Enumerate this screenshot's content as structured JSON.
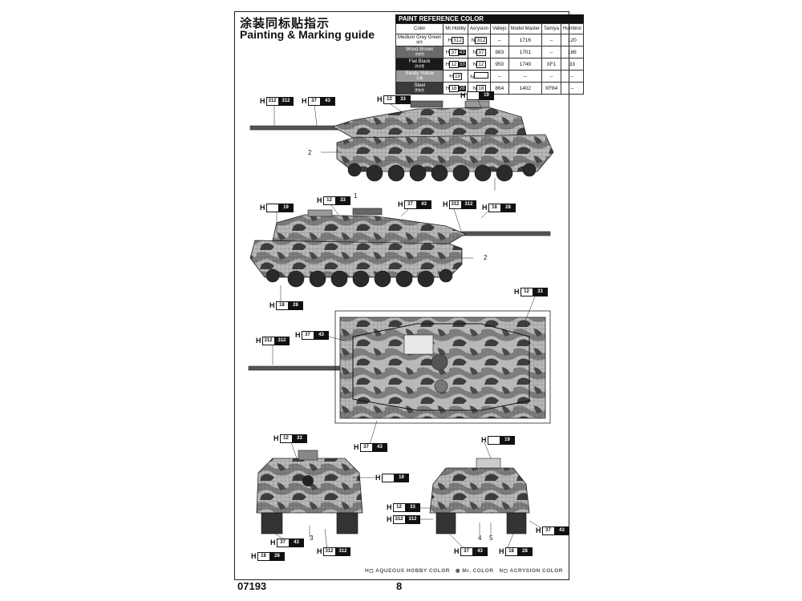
{
  "header": {
    "title_cn": "涂装同标贴指示",
    "title_en": "Painting & Marking guide"
  },
  "paint_table": {
    "caption": "PAINT REFERENCE COLOR",
    "columns": [
      "Color",
      "Mr.Hobby",
      "Acrysion",
      "Vallejo",
      "Model Master",
      "Tamiya",
      "Humbrol"
    ],
    "rows": [
      {
        "name": "Medium Grey Green",
        "name_cn": "绿色",
        "hobby": "312",
        "acrysion": "312",
        "vallejo": "–",
        "model_master": "1716",
        "tamiya": "–",
        "humbrol": "120"
      },
      {
        "name": "Wood Brown",
        "name_cn": "木棕色",
        "hobby": "37",
        "hobby2": "43",
        "acrysion": "37",
        "vallejo": "983",
        "model_master": "1701",
        "tamiya": "–",
        "humbrol": "186"
      },
      {
        "name": "Flat Black",
        "name_cn": "消光黑",
        "hobby": "12",
        "hobby2": "33",
        "acrysion": "12",
        "vallejo": "950",
        "model_master": "1749",
        "tamiya": "XF1",
        "humbrol": "33"
      },
      {
        "name": "Sandy Yellow",
        "name_cn": "沙黄",
        "hobby": "19",
        "acrysion": "",
        "vallejo": "–",
        "model_master": "–",
        "tamiya": "–",
        "humbrol": "–"
      },
      {
        "name": "Steel",
        "name_cn": "黑铁色",
        "hobby": "18",
        "hobby2": "28",
        "acrysion": "18",
        "vallejo": "864",
        "model_master": "1402",
        "tamiya": "XF84",
        "humbrol": "–"
      }
    ],
    "prefix_h": "H",
    "prefix_n": "N"
  },
  "tags": {
    "h": "H",
    "c312": "312",
    "c37": "37",
    "c43": "43",
    "c12": "12",
    "c33": "33",
    "c19": "19",
    "c18": "18",
    "c28": "28"
  },
  "callouts": {
    "n1": "1",
    "n2": "2",
    "n3": "3",
    "n4": "4",
    "n5": "5"
  },
  "legend": {
    "aqueous": "H◻ AQUEOUS HOBBY COLOR",
    "mr": "◉ Mr. COLOR",
    "acrysion": "N◻ ACRYSION COLOR"
  },
  "footer": {
    "code": "07193",
    "page": "8"
  }
}
